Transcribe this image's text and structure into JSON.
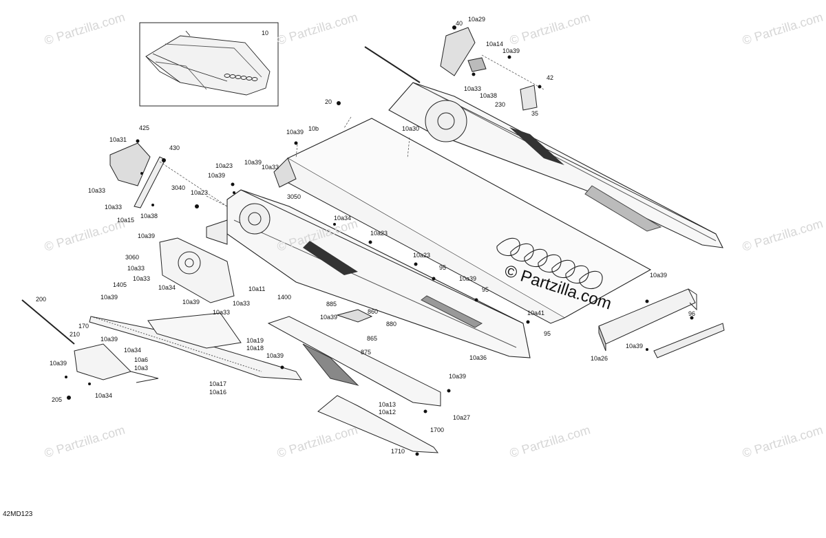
{
  "figure_id": "42MD123",
  "watermark": "© Partzilla.com",
  "brand_text": "© Partzilla.com",
  "inset_label": "10",
  "part_labels": [
    "10a29",
    "40",
    "10a14",
    "10a39",
    "10a33",
    "10a38",
    "42",
    "230",
    "35",
    "20",
    "10a30",
    "10a39",
    "10b",
    "425",
    "10a31",
    "430",
    "10a33",
    "10a33",
    "10a15",
    "10a38",
    "3040",
    "10a23",
    "10a23",
    "10a39",
    "10a39",
    "10a33",
    "3050",
    "10a34",
    "10a23",
    "10a23",
    "95",
    "10a39",
    "95",
    "10a39",
    "3060",
    "10a33",
    "10a33",
    "1405",
    "10a34",
    "10a11",
    "10a33",
    "1400",
    "10a39",
    "10a33",
    "885",
    "10a39",
    "860",
    "865",
    "880",
    "875",
    "10a41",
    "95",
    "10a36",
    "200",
    "10a39",
    "170",
    "210",
    "10a39",
    "10a34",
    "10a39",
    "10a6",
    "10a3",
    "205",
    "10a34",
    "10a19",
    "10a18",
    "10a39",
    "10a17",
    "10a16",
    "10a39",
    "10a13",
    "10a12",
    "10a27",
    "1700",
    "1710",
    "10a39",
    "10a26",
    "96",
    "10a39"
  ]
}
